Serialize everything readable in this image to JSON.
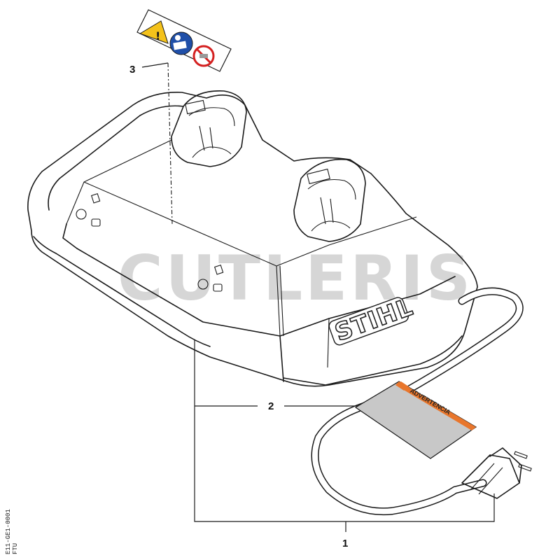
{
  "diagram": {
    "watermark": "CUTLERIS",
    "brand_logo": "STIHL",
    "warning_card_text": "ADVERTENCIA",
    "callouts": [
      {
        "id": "1",
        "label": "1"
      },
      {
        "id": "2",
        "label": "2"
      },
      {
        "id": "3",
        "label": "3"
      }
    ],
    "reference_code": "E11-GE1-0001",
    "reference_sub": "FTU",
    "sticker_icons": [
      "warning-triangle-icon",
      "read-manual-icon",
      "prohibited-icon"
    ],
    "colors": {
      "warning_yellow": "#f4c21b",
      "manual_blue": "#1f4fa8",
      "prohibit_red": "#d42020",
      "card_orange": "#e8762c",
      "card_gray": "#c8c8c8",
      "watermark_gray": "#d6d6d6"
    }
  }
}
